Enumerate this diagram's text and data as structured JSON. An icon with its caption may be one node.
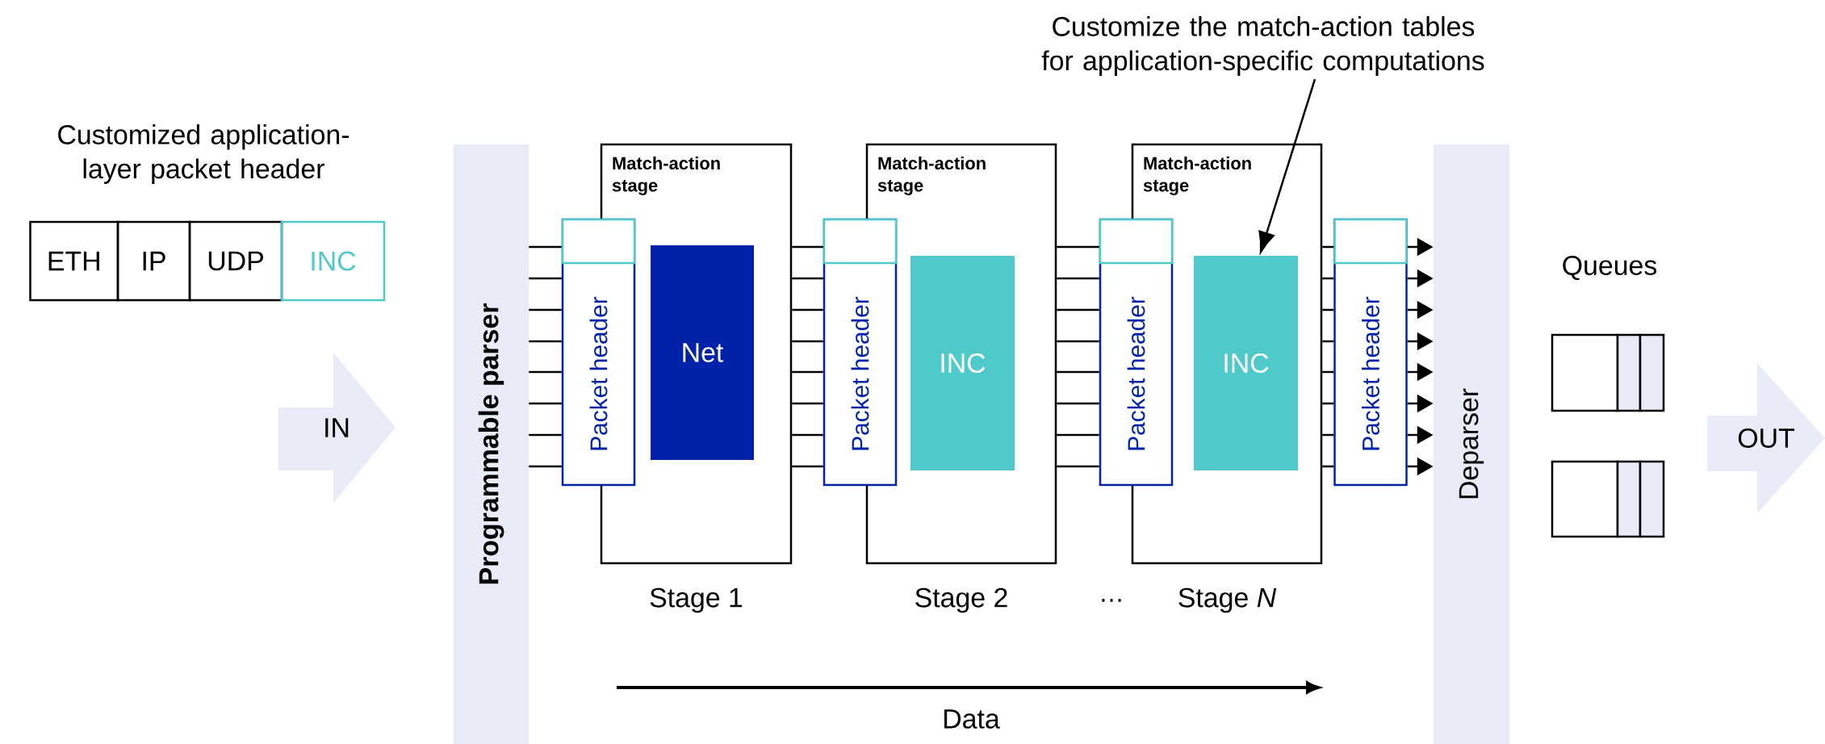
{
  "diagram": {
    "nodes": [
      {
        "text": [
          "Customize the match-action tables for application-specific computations"
        ]
      },
      {
        "text": [
          "ETH"
        ]
      },
      {
        "text": [
          "IP"
        ]
      },
      {
        "text": [
          "UDP"
        ]
      },
      {
        "text": [
          "INC"
        ]
      },
      {
        "text": [
          "IN"
        ]
      },
      {
        "text": [
          "Programmable parser"
        ]
      },
      {
        "text": [
          "Match-action stage"
        ],
        "beside": [
          "Stage 1"
        ]
      },
      {
        "text": [
          "Packet header"
        ]
      },
      {
        "text": [
          "Net"
        ],
        "in": 7
      },
      {
        "text": [
          "Match-action stage"
        ],
        "beside": [
          "Stage 2"
        ]
      },
      {
        "text": [
          "Packet header"
        ]
      },
      {
        "text": [
          "INC"
        ],
        "in": 10
      },
      {
        "text": [
          "Match-action stage"
        ],
        "beside": [
          "Stage *N*"
        ]
      },
      {
        "text": [
          "Packet header"
        ]
      },
      {
        "text": [
          "INC"
        ],
        "in": 13
      },
      {
        "text": [
          "Packet header"
        ]
      },
      {
        "text": [
          "Deparser"
        ]
      },
      {
        "text": [
          "OUT"
        ]
      }
    ],
    "edges": [
      {
        "from": 6,
        "to": 8,
        "arrow": "none"
      },
      {
        "from": 6,
        "to": 8,
        "arrow": "none"
      },
      {
        "from": 6,
        "to": 8,
        "arrow": "none"
      },
      {
        "from": 6,
        "to": 8,
        "arrow": "none"
      },
      {
        "from": 6,
        "to": 8,
        "arrow": "none"
      },
      {
        "from": 6,
        "to": 8,
        "arrow": "none"
      },
      {
        "from": 6,
        "to": 8,
        "arrow": "none"
      },
      {
        "from": 6,
        "to": 8,
        "arrow": "none"
      },
      {
        "from": 7,
        "to": 11,
        "arrow": "none"
      },
      {
        "from": 7,
        "to": 11,
        "arrow": "none"
      },
      {
        "from": 7,
        "to": 11,
        "arrow": "none"
      },
      {
        "from": 7,
        "to": 11,
        "arrow": "none"
      },
      {
        "from": 7,
        "to": 11,
        "arrow": "none"
      },
      {
        "from": 7,
        "to": 11,
        "arrow": "none"
      },
      {
        "from": 7,
        "to": 11,
        "arrow": "none"
      },
      {
        "from": 7,
        "to": 11,
        "arrow": "none"
      },
      {
        "from": 10,
        "to": 14,
        "arrow": "none"
      },
      {
        "from": 10,
        "to": 14,
        "arrow": "none"
      },
      {
        "from": 10,
        "to": 14,
        "arrow": "none"
      },
      {
        "from": 10,
        "to": 14,
        "arrow": "none"
      },
      {
        "from": 10,
        "to": 14,
        "arrow": "none"
      },
      {
        "from": 10,
        "to": 14,
        "arrow": "none"
      },
      {
        "from": 10,
        "to": 14,
        "arrow": "none"
      },
      {
        "from": 10,
        "to": 14,
        "arrow": "none"
      },
      {
        "from": 13,
        "to": 16,
        "arrow": "none"
      },
      {
        "from": 13,
        "to": 16,
        "arrow": "none"
      },
      {
        "from": 13,
        "to": 16,
        "arrow": "none"
      },
      {
        "from": 13,
        "to": 16,
        "arrow": "none"
      },
      {
        "from": 13,
        "to": 16,
        "arrow": "none"
      },
      {
        "from": 13,
        "to": 16,
        "arrow": "none"
      },
      {
        "from": 13,
        "to": 16,
        "arrow": "none"
      },
      {
        "from": 13,
        "to": 16,
        "arrow": "none"
      },
      {
        "from": 16,
        "to": 17,
        "arrow": "to"
      },
      {
        "from": 16,
        "to": 17,
        "arrow": "to"
      },
      {
        "from": 16,
        "to": 17,
        "arrow": "to"
      },
      {
        "from": 16,
        "to": 17,
        "arrow": "to"
      },
      {
        "from": 16,
        "to": 17,
        "arrow": "to"
      },
      {
        "from": 16,
        "to": 17,
        "arrow": "to"
      },
      {
        "from": 16,
        "to": 17,
        "arrow": "to"
      },
      {
        "from": 16,
        "to": 17,
        "arrow": "to"
      },
      {
        "from": 0,
        "to": 15,
        "arrow": "to"
      }
    ],
    "labels": [
      "Customized application-layer packet header",
      "…",
      "Queues",
      "Data"
    ]
  }
}
